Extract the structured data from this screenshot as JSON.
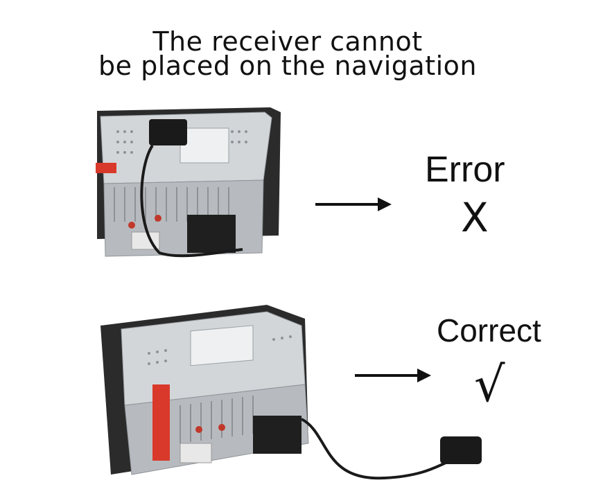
{
  "title": {
    "line1": "The receiver cannot",
    "line2": "be placed on the navigation"
  },
  "error_panel": {
    "label": "Error",
    "mark": "X"
  },
  "correct_panel": {
    "label": "Correct",
    "mark": "√"
  },
  "colors": {
    "text": "#111111",
    "chassis": "#c9ccd0",
    "chassis_dark": "#8e9296",
    "bezel": "#2b2b2b",
    "sticker_red": "#d9392b",
    "receiver": "#1a1a1a"
  },
  "icons": [
    "arrow-right-icon",
    "cross-icon",
    "check-icon"
  ]
}
